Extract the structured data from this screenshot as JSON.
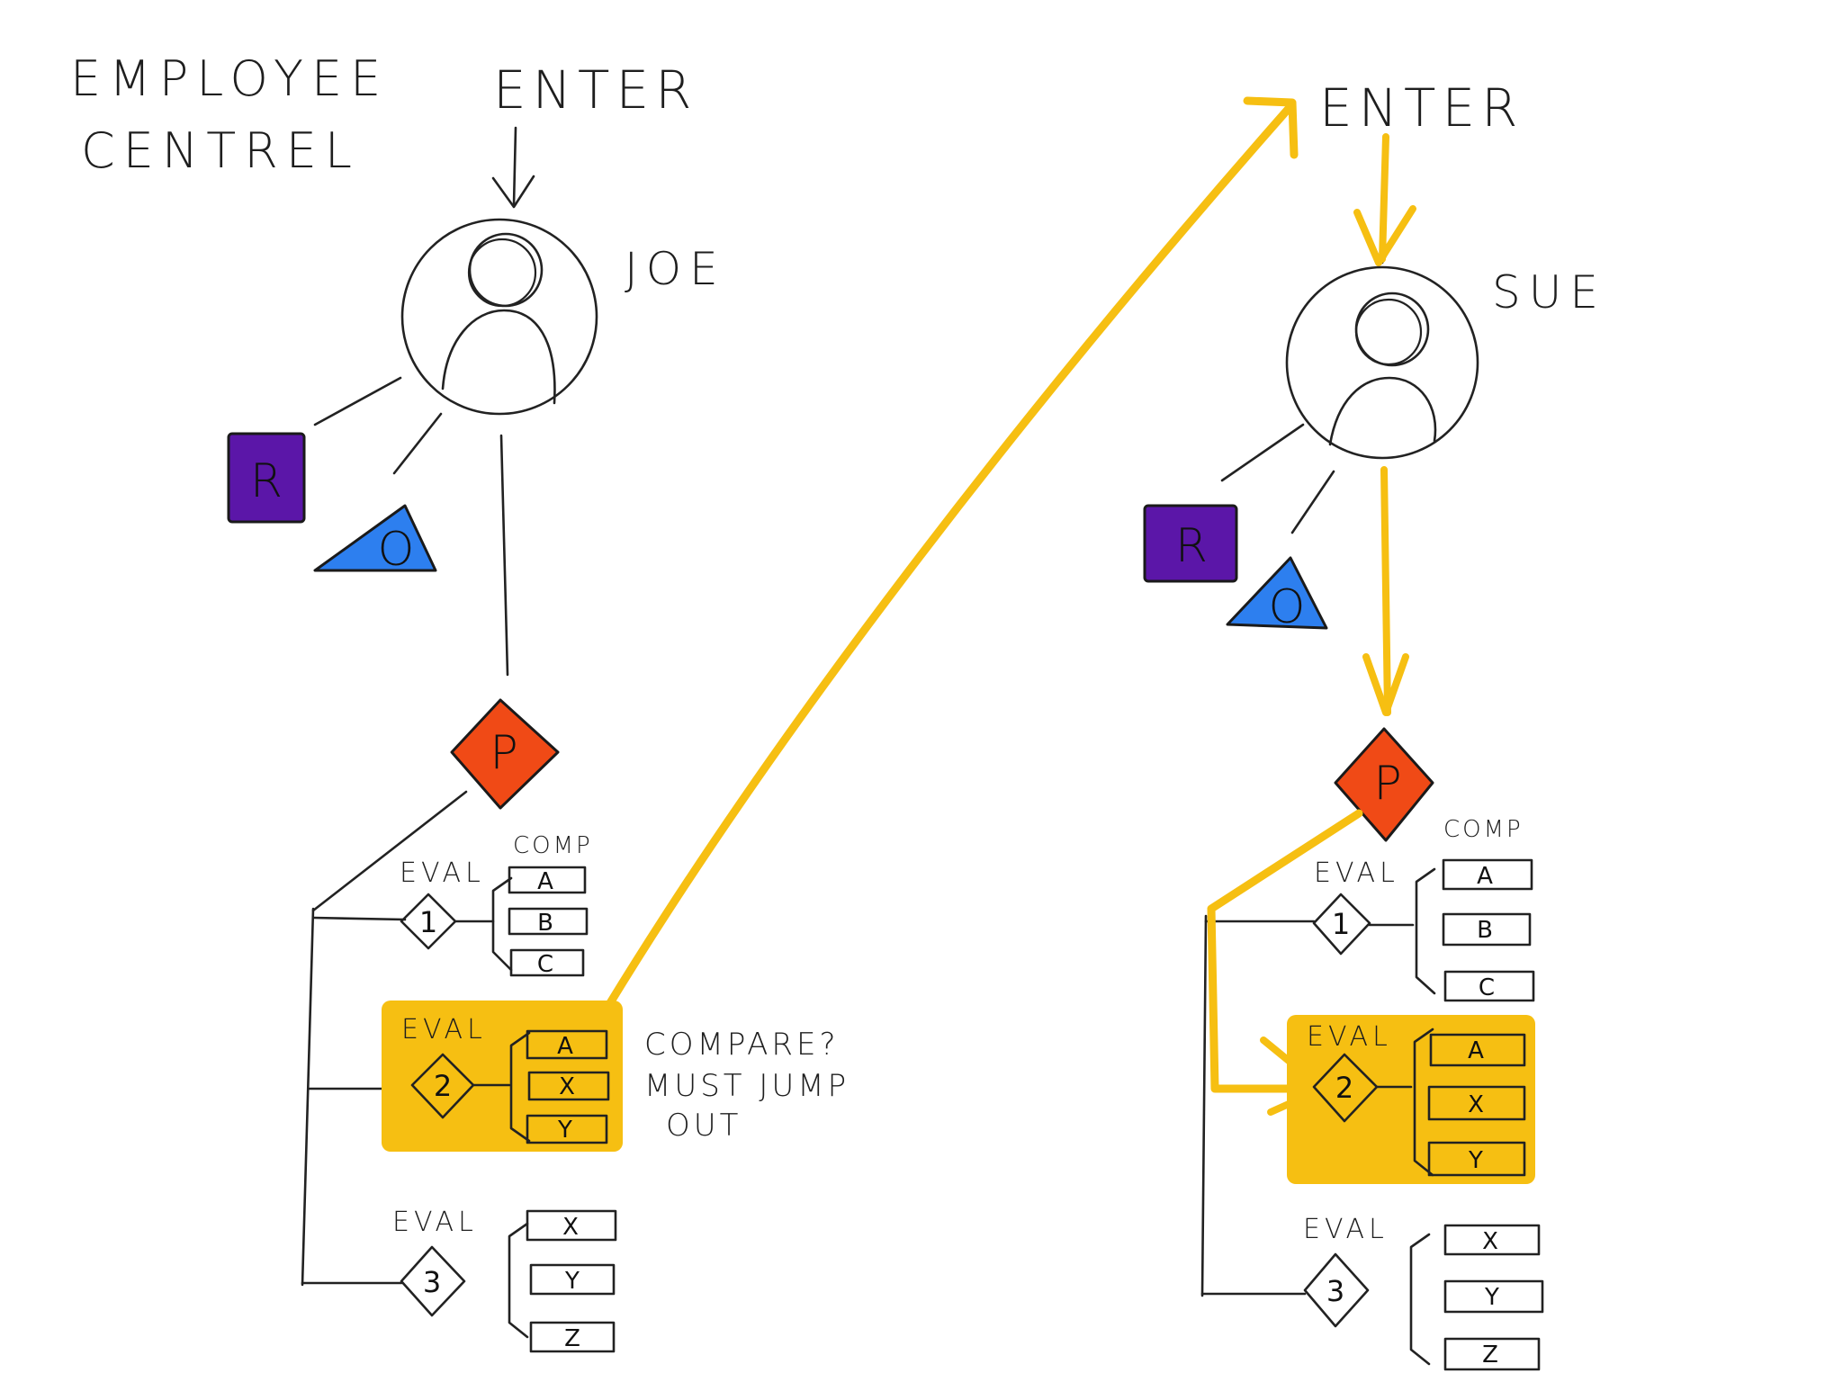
{
  "title_line1": "EMPLOYEE",
  "title_line2": "CENTREL",
  "left": {
    "enter_label": "ENTER",
    "person_name": "JOE",
    "role_square": "R",
    "role_triangle": "O",
    "role_diamond": "P",
    "comp_label": "COMP",
    "eval1": {
      "label": "EVAL",
      "number": "1",
      "options": [
        "A",
        "B",
        "C"
      ]
    },
    "eval2": {
      "label": "EVAL",
      "number": "2",
      "options": [
        "A",
        "X",
        "Y"
      ]
    },
    "eval3": {
      "label": "EVAL",
      "number": "3",
      "options": [
        "X",
        "Y",
        "Z"
      ]
    },
    "note_line1": "COMPARE?",
    "note_line2": "MUST JUMP",
    "note_line3": "OUT"
  },
  "right": {
    "enter_label": "ENTER",
    "person_name": "SUE",
    "role_square": "R",
    "role_triangle": "O",
    "role_diamond": "P",
    "comp_label": "COMP",
    "eval1": {
      "label": "EVAL",
      "number": "1",
      "options": [
        "A",
        "B",
        "C"
      ]
    },
    "eval2": {
      "label": "EVAL",
      "number": "2",
      "options": [
        "A",
        "X",
        "Y"
      ]
    },
    "eval3": {
      "label": "EVAL",
      "number": "3",
      "options": [
        "X",
        "Y",
        "Z"
      ]
    }
  },
  "colors": {
    "highlight": "#f6bf12",
    "square": "#5b16a8",
    "triangle": "#2d7fef",
    "diamond": "#f04a16",
    "ink": "#222222"
  }
}
